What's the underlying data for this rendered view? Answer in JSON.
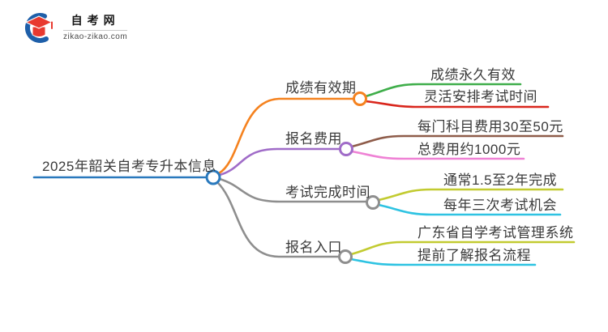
{
  "logo": {
    "title": "自考网",
    "domain": "zikao-zikao.com",
    "crescent_color": "#1e5fa9",
    "cap_color": "#e8392f"
  },
  "root": {
    "label": "2025年韶关自考专升本信息",
    "color": "#2979bd"
  },
  "branches": [
    {
      "label": "成绩有效期",
      "color": "#f5821f",
      "children": [
        {
          "label": "成绩永久有效",
          "color": "#3fae4a"
        },
        {
          "label": "灵活安排考试时间",
          "color": "#d9261c"
        }
      ]
    },
    {
      "label": "报名费用",
      "color": "#a06cc8",
      "children": [
        {
          "label": "每门科目费用30至50元",
          "color": "#8e5c4a"
        },
        {
          "label": "总费用约1000元",
          "color": "#ef82d5"
        }
      ]
    },
    {
      "label": "考试完成时间",
      "color": "#8e8e8e",
      "children": [
        {
          "label": "通常1.5至2年完成",
          "color": "#c2cb31"
        },
        {
          "label": "每年三次考试机会",
          "color": "#2ec3e2"
        }
      ]
    },
    {
      "label": "报名入口",
      "color": "#8e8e8e",
      "children": [
        {
          "label": "广东省自学考试管理系统",
          "color": "#c2cb31"
        },
        {
          "label": "提前了解报名流程",
          "color": "#2ec3e2"
        }
      ]
    }
  ]
}
